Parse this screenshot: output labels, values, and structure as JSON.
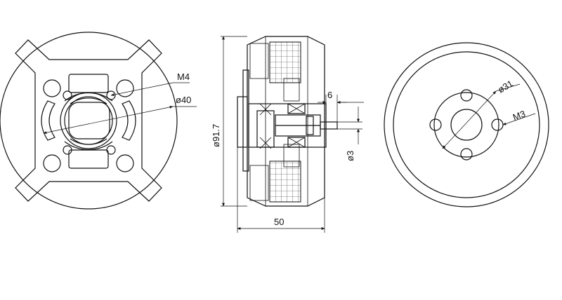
{
  "drawing": {
    "front_view": {
      "hole_label": "M4",
      "diameter_label": "ø40"
    },
    "side_view": {
      "overall_diameter_label": "ø91.7",
      "length_label": "50",
      "shaft_extension_label": "6",
      "shaft_diameter_label": "ø3"
    },
    "rear_view": {
      "bolt_circle_label": "ø31",
      "hole_label": "M3"
    }
  }
}
